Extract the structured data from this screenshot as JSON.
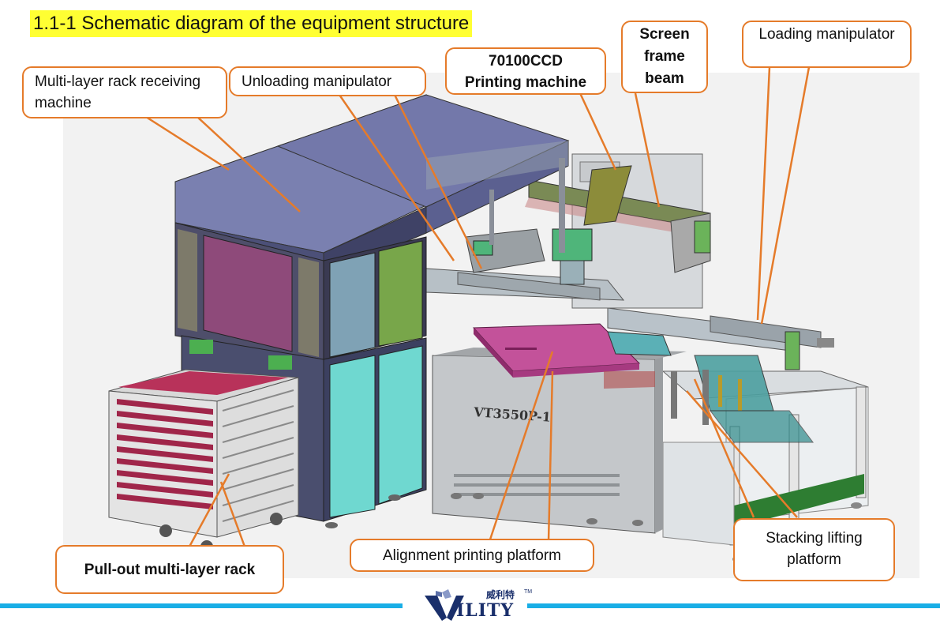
{
  "title": "1.1-1 Schematic diagram of the equipment structure",
  "callouts": {
    "rack_receiving": "Multi-layer rack receiving machine",
    "unloading": "Unloading manipulator",
    "printing_l1": "70100CCD",
    "printing_l2": "Printing machine",
    "screen_l1": "Screen",
    "screen_l2": "frame",
    "screen_l3": "beam",
    "loading": "Loading manipulator",
    "pullout": "Pull-out multi-layer rack",
    "alignment": "Alignment printing platform",
    "stacking_l1": "Stacking lifting",
    "stacking_l2": "platform"
  },
  "machine_label": "VT3550P-1",
  "logo": {
    "cn": "威利特",
    "text": "ILITY",
    "tm": "TM"
  },
  "colors": {
    "leader": "#e57b2a",
    "highlight": "#ffff33",
    "footer": "#19aee6",
    "brand": "#1a2f6b"
  }
}
